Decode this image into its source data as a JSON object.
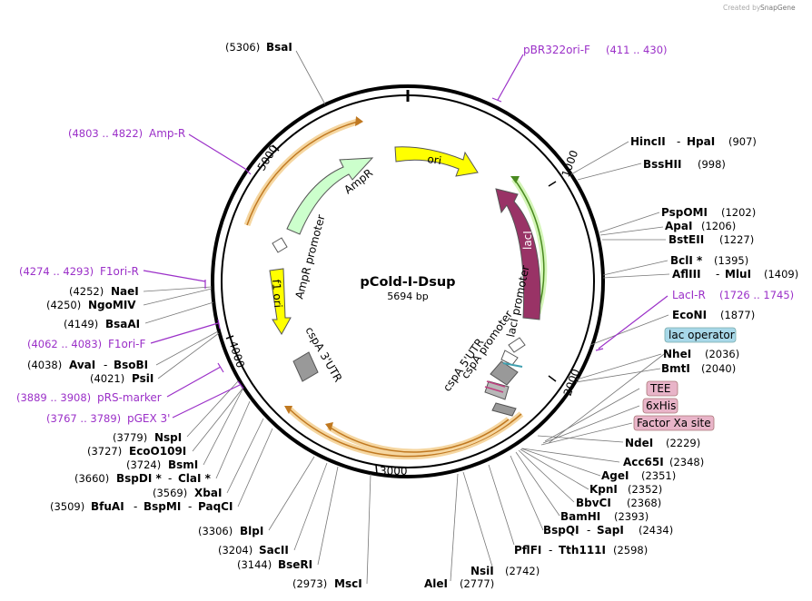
{
  "credit": {
    "text": "Created by",
    "brand": "SnapGene"
  },
  "plasmid": {
    "name": "pCold-I-Dsup",
    "size": "5694 bp"
  },
  "ticks": [
    "1000",
    "2000",
    "3000",
    "4000",
    "5000"
  ],
  "features": {
    "ori": "ori",
    "ampr": "AmpR",
    "ampr_promoter": "AmpR promoter",
    "f1_ori": "f1 ori",
    "laci": "lacI",
    "laci_promoter": "lacI promoter",
    "cspa_promoter": "cspA promoter",
    "cspa_5utr": "cspA 5'UTR",
    "cspa_3utr": "cspA 3'UTR"
  },
  "sites_right": [
    {
      "name": "HincII",
      "sep": "-",
      "name2": "HpaI",
      "pos": "(907)"
    },
    {
      "name": "BssHII",
      "pos": "(998)"
    },
    {
      "name": "PspOMI",
      "pos": "(1202)"
    },
    {
      "name": "ApaI",
      "pos": "(1206)"
    },
    {
      "name": "BstEII",
      "pos": "(1227)"
    },
    {
      "name": "BclI *",
      "pos": "(1395)"
    },
    {
      "name": "AflIII",
      "sep": "-",
      "name2": "MluI",
      "pos": "(1409)"
    },
    {
      "name": "EcoNI",
      "pos": "(1877)"
    },
    {
      "name": "NheI",
      "pos": "(2036)"
    },
    {
      "name": "BmtI",
      "pos": "(2040)"
    },
    {
      "name": "NdeI",
      "pos": "(2229)"
    },
    {
      "name": "Acc65I",
      "pos": "(2348)"
    },
    {
      "name": "AgeI",
      "pos": "(2351)"
    },
    {
      "name": "KpnI",
      "pos": "(2352)"
    },
    {
      "name": "BbvCI",
      "pos": "(2368)"
    },
    {
      "name": "BamHI",
      "pos": "(2393)"
    },
    {
      "name": "BspQI",
      "sep": "-",
      "name2": "SapI",
      "pos": "(2434)"
    },
    {
      "name": "PflFI",
      "sep": "-",
      "name2": "Tth111I",
      "pos": "(2598)"
    },
    {
      "name": "NsiI",
      "pos": "(2742)"
    },
    {
      "name": "AleI",
      "pos": "(2777)"
    }
  ],
  "sites_left": [
    {
      "pos": "(5306)",
      "name": "BsaI"
    },
    {
      "pos": "(4252)",
      "name": "NaeI"
    },
    {
      "pos": "(4250)",
      "name": "NgoMIV"
    },
    {
      "pos": "(4149)",
      "name": "BsaAI"
    },
    {
      "pos": "(4038)",
      "name": "AvaI",
      "sep": "-",
      "name2": "BsoBI"
    },
    {
      "pos": "(4021)",
      "name": "PsiI"
    },
    {
      "pos": "(3779)",
      "name": "NspI"
    },
    {
      "pos": "(3727)",
      "name": "EcoO109I"
    },
    {
      "pos": "(3724)",
      "name": "BsmI"
    },
    {
      "pos": "(3660)",
      "name": "BspDI *",
      "sep": "-",
      "name2": "ClaI *"
    },
    {
      "pos": "(3569)",
      "name": "XbaI"
    },
    {
      "pos": "(3509)",
      "name": "BfuAI",
      "sep": "-",
      "name2": "BspMI",
      "sep2": "-",
      "name3": "PaqCI"
    },
    {
      "pos": "(3306)",
      "name": "BlpI"
    },
    {
      "pos": "(3204)",
      "name": "SacII"
    },
    {
      "pos": "(3144)",
      "name": "BseRI"
    },
    {
      "pos": "(2973)",
      "name": "MscI"
    }
  ],
  "primers": [
    {
      "name": "pBR322ori-F",
      "range": "(411 .. 430)"
    },
    {
      "name": "Amp-R",
      "range": "(4803 .. 4822)"
    },
    {
      "name": "F1ori-R",
      "range": "(4274 .. 4293)"
    },
    {
      "name": "F1ori-F",
      "range": "(4062 .. 4083)"
    },
    {
      "name": "pRS-marker",
      "range": "(3889 .. 3908)"
    },
    {
      "name": "pGEX 3'",
      "range": "(3767 .. 3789)"
    },
    {
      "name": "LacI-R",
      "range": "(1726 .. 1745)"
    }
  ],
  "boxed_features": [
    {
      "name": "lac operator",
      "color": "#a8d8e8"
    },
    {
      "name": "TEE",
      "color": "#e8b4c8"
    },
    {
      "name": "6xHis",
      "color": "#e8b4c8"
    },
    {
      "name": "Factor Xa site",
      "color": "#e8b4c8"
    }
  ],
  "colors": {
    "ori": "#ffff00",
    "ampr": "#ccffcc",
    "laci": "#993366",
    "primer": "#9b30c8",
    "orf": "#f0b040"
  }
}
